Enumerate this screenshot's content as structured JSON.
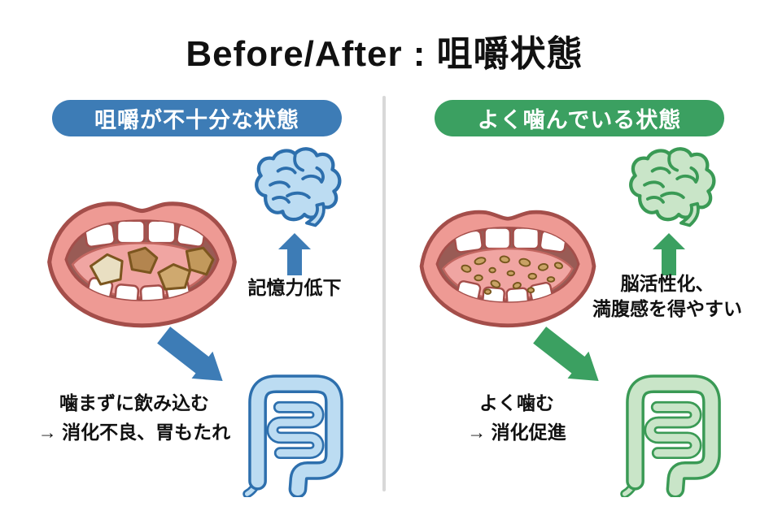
{
  "title": "Before/After : 咀嚼状態",
  "colors": {
    "text": "#111111",
    "divider": "#d8d8d8",
    "blue_accent": "#3d7cb6",
    "blue_fill": "#bcdcf2",
    "blue_outline": "#2d6fad",
    "green_accent": "#3ba061",
    "green_fill": "#c9e5c8",
    "green_outline": "#3a9a55",
    "lip_fill": "#ee9a94",
    "lip_outline": "#a44e4a",
    "mouth_inner": "#995b55",
    "tongue": "#f0a5a2"
  },
  "left": {
    "header": "咀嚼が不十分な状態",
    "brain_caption": "記憶力低下",
    "bottom_line1": "噛まずに飲み込む",
    "bottom_line2": "→ 消化不良、胃もたれ"
  },
  "right": {
    "header": "よく噛んでいる状態",
    "brain_caption_line1": "脳活性化、",
    "brain_caption_line2": "満腹感を得やすい",
    "bottom_line1": "よく噛む",
    "bottom_line2": "→ 消化促進"
  },
  "icons": {
    "left_mouth": "open-mouth-large-food-icon",
    "right_mouth": "open-mouth-chewed-food-icon",
    "brain": "brain-icon",
    "intestine": "intestine-icon",
    "up_arrow": "up-arrow-icon",
    "diagonal_arrow": "diagonal-arrow-icon"
  }
}
